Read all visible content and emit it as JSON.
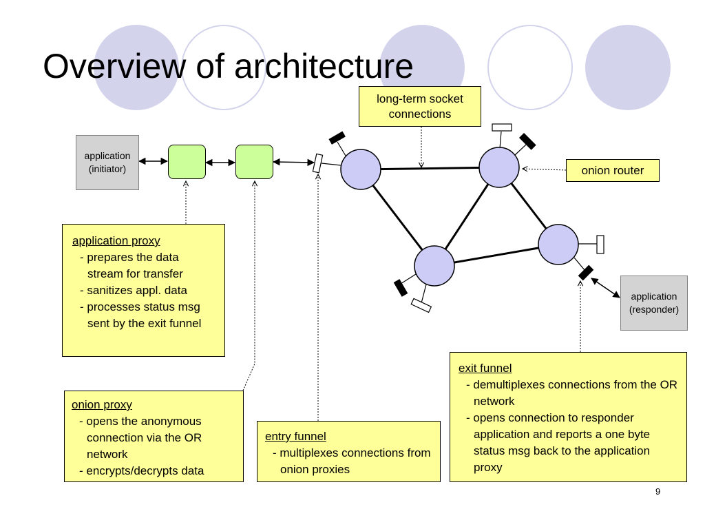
{
  "slide": {
    "title": "Overview of architecture",
    "page_number": "9"
  },
  "colors": {
    "decor_circle": "#d3d3ec",
    "router_fill": "#ccccf7",
    "proxy_fill": "#ccff99",
    "note_fill": "#ffff99",
    "endpoint_fill": "#d3d3d3"
  },
  "nodes": {
    "app_initiator": [
      "application",
      "(initiator)"
    ],
    "app_responder": [
      "application",
      "(responder)"
    ]
  },
  "callouts": {
    "long_term": [
      "long-term socket",
      "connections"
    ],
    "onion_router": "onion router"
  },
  "notes": {
    "application_proxy": {
      "heading": "application proxy",
      "items": [
        "- prepares the data stream for transfer",
        "- sanitizes appl. data",
        "- processes status msg sent by the exit funnel"
      ]
    },
    "onion_proxy": {
      "heading": "onion proxy",
      "items": [
        "- opens the anonymous connection via the OR network",
        "- encrypts/decrypts data"
      ]
    },
    "entry_funnel": {
      "heading": "entry funnel",
      "items": [
        "- multiplexes connections from onion proxies"
      ]
    },
    "exit_funnel": {
      "heading": "exit funnel",
      "items": [
        "- demultiplexes connections from the OR network",
        "- opens connection to responder application and reports a one byte status msg back to the application proxy"
      ]
    }
  }
}
